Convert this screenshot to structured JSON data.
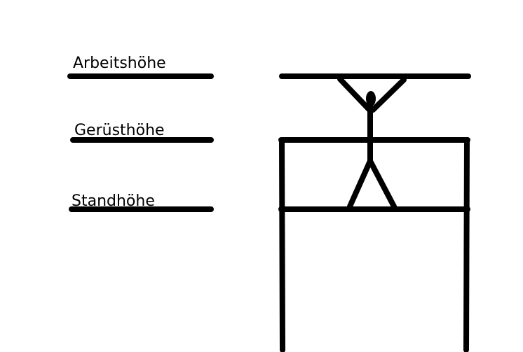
{
  "labels": {
    "working_height": "Arbeitshöhe",
    "scaffold_height": "Gerüsthöhe",
    "standing_height": "Standhöhe"
  },
  "colors": {
    "background": "#ffffff",
    "stroke": "#000000"
  }
}
